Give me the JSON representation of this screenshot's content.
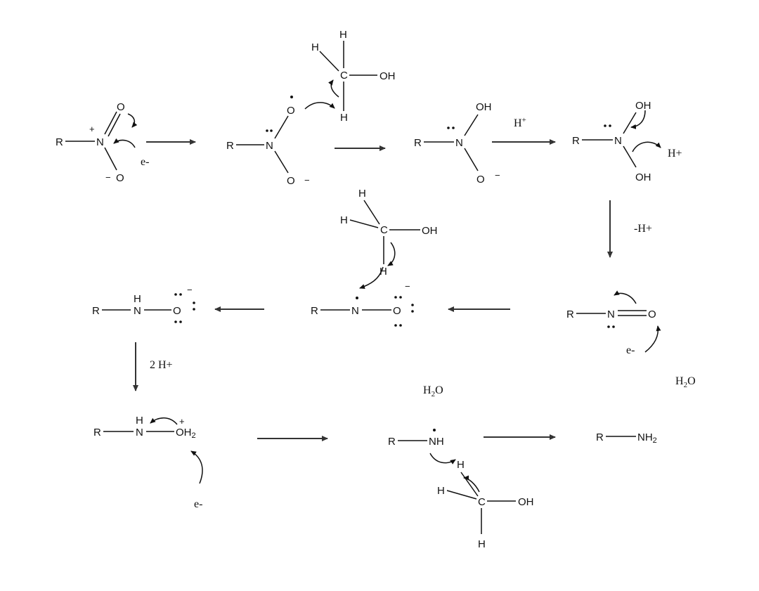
{
  "atoms": {
    "R": "R",
    "N": "N",
    "O": "O",
    "C": "C",
    "H": "H",
    "OH": "OH",
    "NH": "NH",
    "NH2": "NH",
    "NH2_sub": "2",
    "OH2": "OH",
    "OH2_sub": "2"
  },
  "charges": {
    "plus": "+",
    "minus": "−"
  },
  "reagents": {
    "electron": "e-",
    "proton_sup_base": "H",
    "proton_sup": "+",
    "proton": "H+",
    "minus_proton": "-H+",
    "two_protons": "2 H+",
    "water_base": "H",
    "water_sub": "2",
    "water_end": "O"
  }
}
